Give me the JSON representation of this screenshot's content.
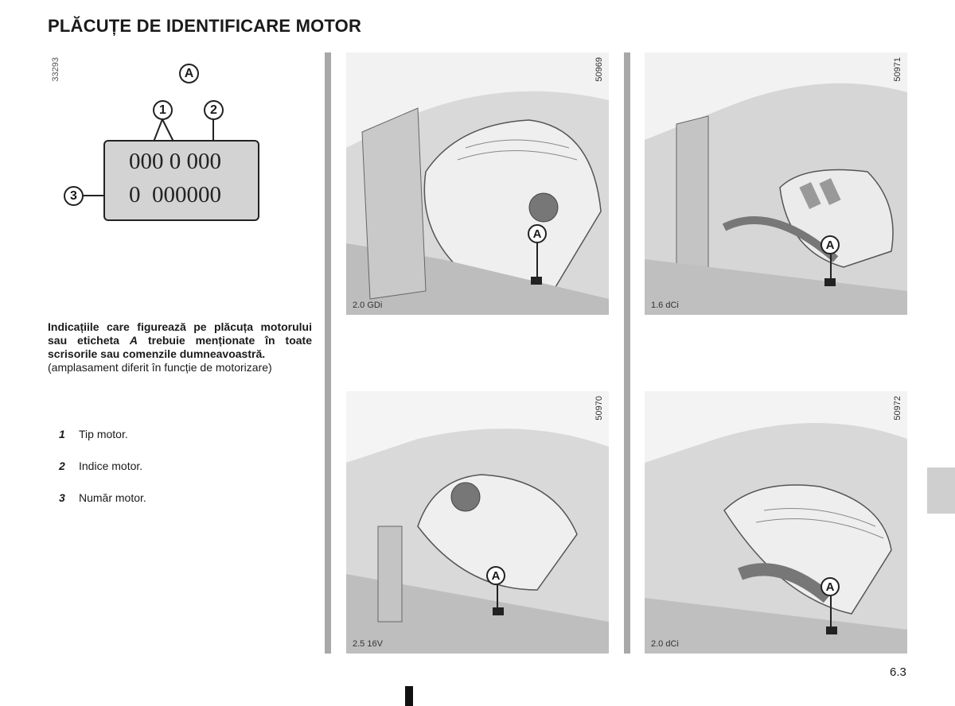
{
  "title": "PLĂCUȚE DE IDENTIFICARE MOTOR",
  "diagram": {
    "reference_number": "33293",
    "callout_A": "A",
    "callout_1": "1",
    "callout_2": "2",
    "callout_3": "3",
    "plate_line_1": "000 0 000",
    "plate_line_2": "0  000000"
  },
  "info": {
    "bold_text_before": "Indicațiile care figurează pe plăcuța motorului sau eticheta ",
    "bold_text_label": "A",
    "bold_text_after": " trebuie menționate în toate scrisorile sau comenzile dumneavoastră.",
    "normal_text": "(amplasament diferit în funcție de motorizare)"
  },
  "legend": [
    {
      "num": "1",
      "text": "Tip motor."
    },
    {
      "num": "2",
      "text": "Indice motor."
    },
    {
      "num": "3",
      "text": "Număr motor."
    }
  ],
  "photos": [
    {
      "ref": "50969",
      "label": "2.0 GDi",
      "callout": "A"
    },
    {
      "ref": "50971",
      "label": "1.6 dCi",
      "callout": "A"
    },
    {
      "ref": "50970",
      "label": "2.5 16V",
      "callout": "A"
    },
    {
      "ref": "50972",
      "label": "2.0 dCi",
      "callout": "A"
    }
  ],
  "page_number": "6.3"
}
